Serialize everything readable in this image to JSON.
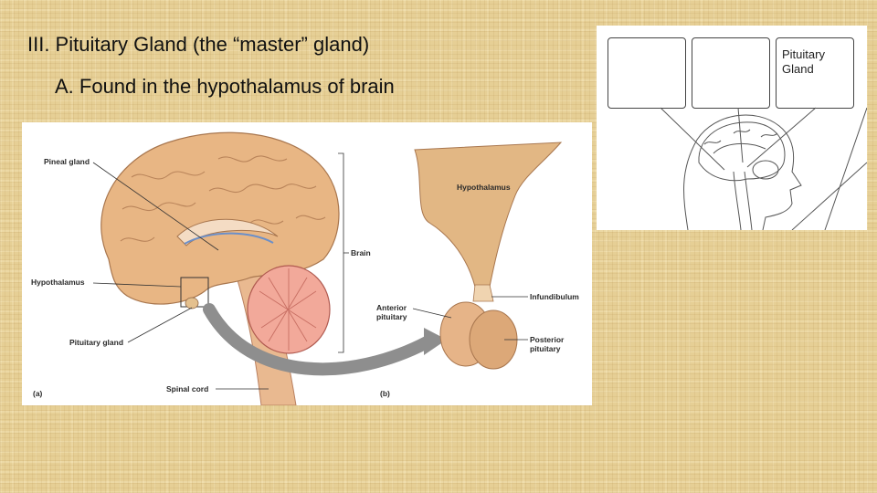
{
  "slide": {
    "title": "III.  Pituitary Gland (the “master” gland)",
    "subtitle": "A.  Found in the hypothalamus of brain"
  },
  "figure": {
    "labels": {
      "pineal": "Pineal gland",
      "hypothalamus_a": "Hypothalamus",
      "pituitary_a": "Pituitary gland",
      "brain": "Brain",
      "spinal_cord": "Spinal cord",
      "panel_a": "(a)",
      "hypothalamus_b": "Hypothalamus",
      "anterior": "Anterior\npituitary",
      "infundibulum": "Infundibulum",
      "posterior": "Posterior\npituitary",
      "panel_b": "(b)"
    }
  },
  "worksheet": {
    "box3_label": "Pituitary\nGland"
  }
}
